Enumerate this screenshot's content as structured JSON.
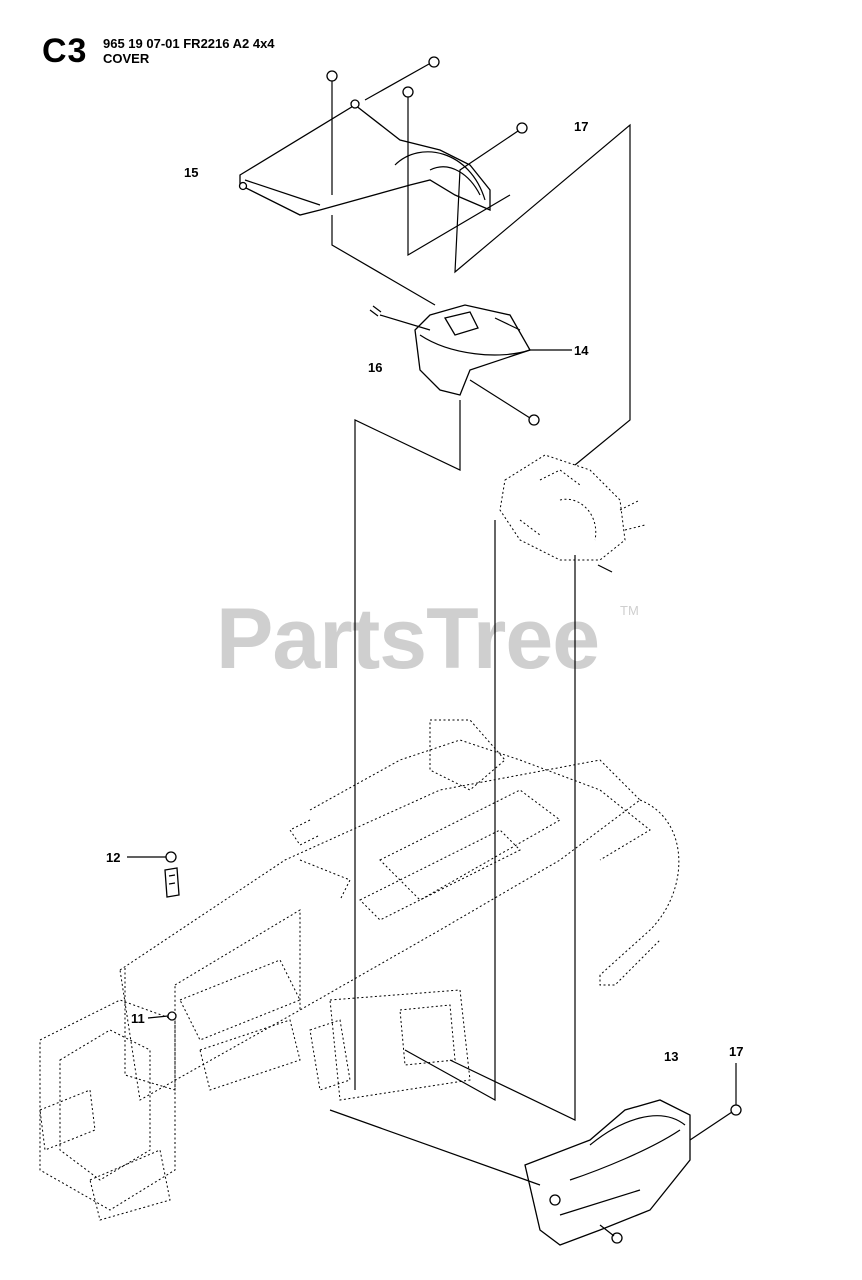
{
  "header": {
    "section_code": "C3",
    "model_line": "965 19 07-01 FR2216 A2 4x4",
    "section_title": "COVER"
  },
  "watermark": {
    "text": "PartsTree",
    "trademark": "TM"
  },
  "callouts": {
    "c11": "11",
    "c12": "12",
    "c13": "13",
    "c14": "14",
    "c15": "15",
    "c16": "16",
    "c17_top": "17",
    "c17_bottom": "17"
  }
}
